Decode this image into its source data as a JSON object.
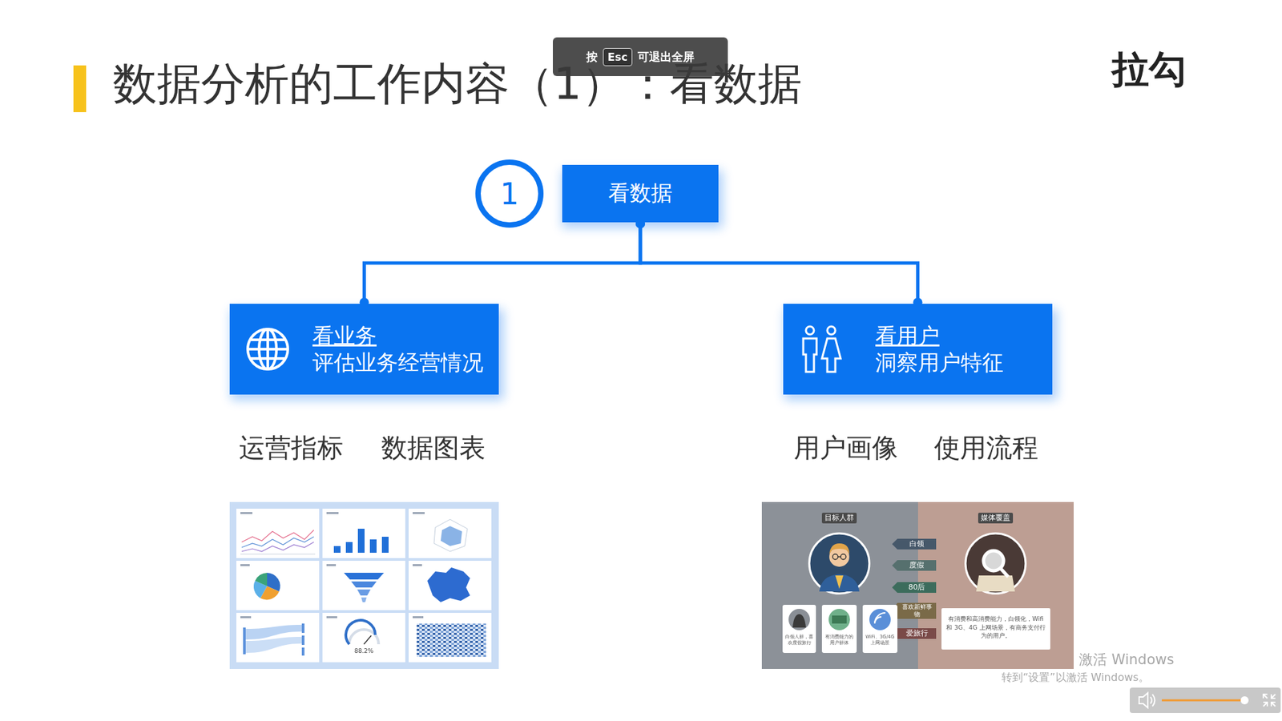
{
  "diagram": {
    "title": "数据分析的工作内容（1）：看数据",
    "nodes": [
      {
        "text": [
          "按",
          "可退出全屏"
        ]
      },
      {
        "text": [
          "Esc"
        ],
        "in": 0
      },
      {
        "text": [
          "1"
        ]
      },
      {
        "text": [
          "看数据"
        ]
      },
      {
        "text": [
          "看业务",
          "评估业务经营情况"
        ]
      },
      {
        "text": [
          "看用户",
          "洞察用户特征"
        ]
      }
    ],
    "edges": [
      {
        "from": 3,
        "to": 4,
        "arrow": "none"
      },
      {
        "from": 3,
        "to": 5,
        "arrow": "none"
      }
    ],
    "labels": [
      "拉勾",
      "运营指标",
      "数据图表",
      "用户画像",
      "使用流程",
      "88.2%",
      "目标人群",
      "媒体覆盖",
      "白领",
      "度假",
      "80后",
      "喜欢新鲜事物",
      "爱旅行",
      "有消费和高消费能力，白领化，Wifi 和 3G、4G 上网场景，有商务支付行为的用户。",
      "白领人群，喜欢度假旅行",
      "有消费能力的用户群体",
      "WiFi、3G/4G 上网场景",
      "激活 Windows",
      "转到“设置”以激活 Windows。"
    ]
  }
}
